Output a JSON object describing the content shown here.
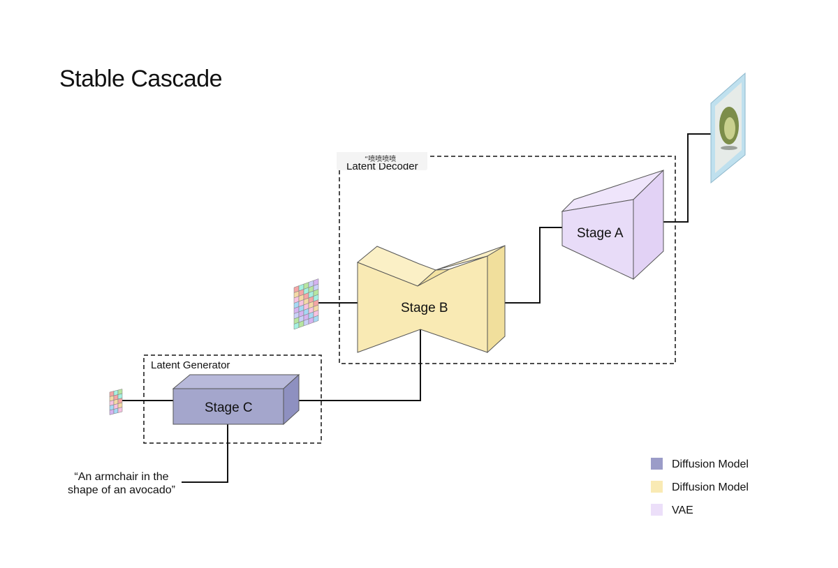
{
  "title": "Stable Cascade",
  "groups": {
    "latent_decoder": {
      "label": "Latent Decoder",
      "tooltip": "“喷喷喷喷"
    },
    "latent_generator": {
      "label": "Latent Generator"
    }
  },
  "stages": {
    "a": {
      "label": "Stage A",
      "color": "#e8dcf8"
    },
    "b": {
      "label": "Stage B",
      "color": "#f9eab4"
    },
    "c": {
      "label": "Stage C",
      "color": "#a4a6cc"
    }
  },
  "prompt": {
    "line1": "“An armchair in the",
    "line2": "shape of an avocado”"
  },
  "legend": [
    {
      "label": "Diffusion Model",
      "color": "#9b9cc8"
    },
    {
      "label": "Diffusion Model",
      "color": "#f9eab4"
    },
    {
      "label": "VAE",
      "color": "#ecdff9"
    }
  ],
  "icons": {
    "large_latent": "latent-grid-icon",
    "small_latent": "latent-grid-icon",
    "output_image": "avocado-armchair-image"
  }
}
